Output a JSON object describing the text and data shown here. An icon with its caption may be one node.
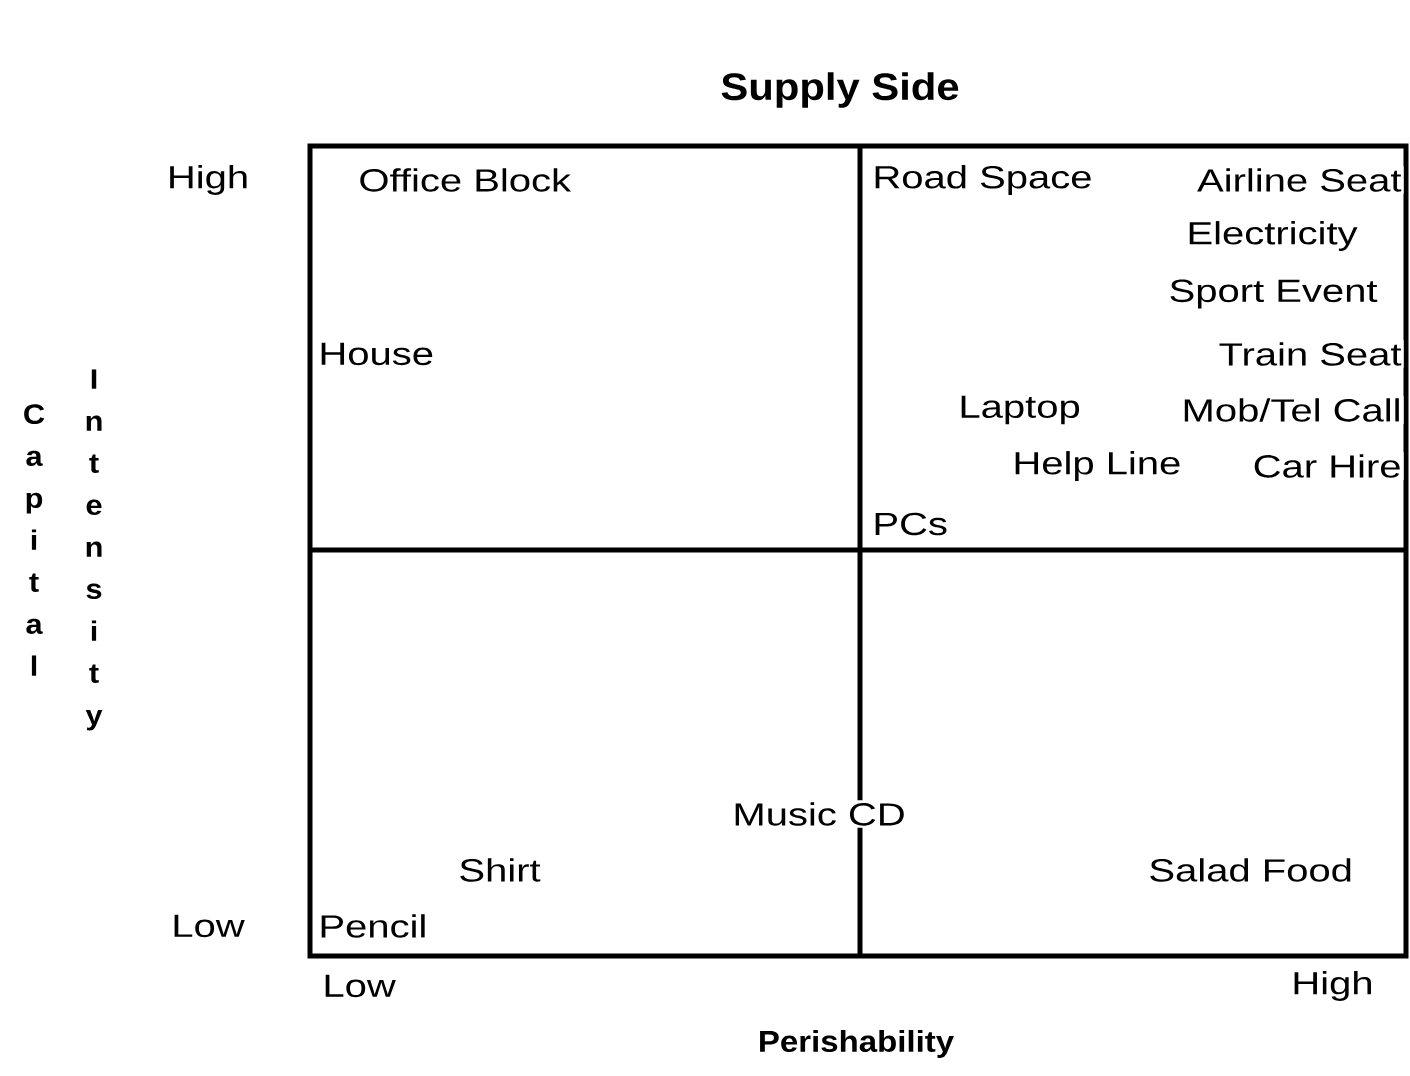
{
  "diagram": {
    "title": "Supply Side",
    "labels": [
      "High",
      "Office Block",
      "Road Space",
      "Airline Seat",
      "Electricity",
      "Sport Event",
      "House",
      "Train Seat",
      "Laptop",
      "Mob/Tel Call",
      "Help Line",
      "Car Hire",
      "PCs",
      "Music CD",
      "Shirt",
      "Salad Food",
      "Low",
      "Pencil",
      "Capital",
      "Intensity",
      "Low",
      "High",
      "Perishability"
    ]
  }
}
